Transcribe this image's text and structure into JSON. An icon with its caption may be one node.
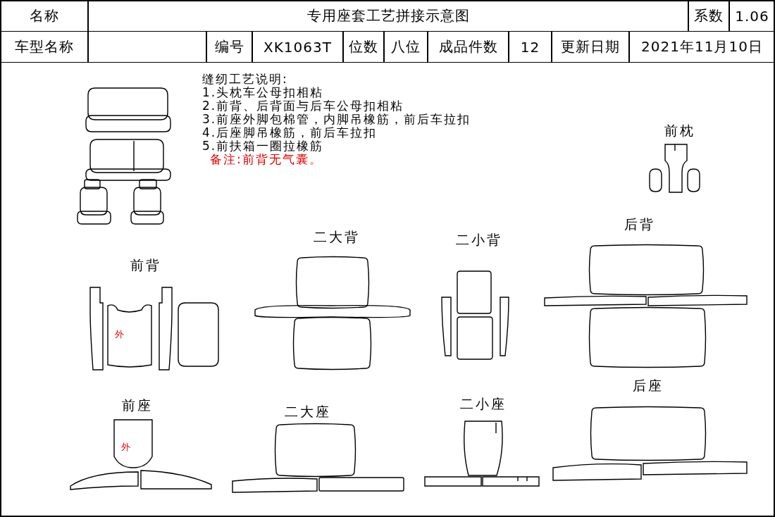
{
  "diagram": {
    "title": "专用座套工艺拼接示意图",
    "nodes": [
      {
        "text": [
          "外"
        ]
      },
      {
        "text": [
          "外"
        ]
      }
    ],
    "labels": [
      "名称",
      "系数",
      "1.06",
      "车型名称",
      "编号",
      "XK1063T",
      "位数",
      "八位",
      "成品件数",
      "12",
      "更新日期",
      "2021年11月10日",
      "缝纫工艺说明:",
      "1.头枕车公母扣相粘",
      "2.前背、后背面与后车公母扣相粘",
      "3.前座外脚包棉管，内脚吊橡筋，前后车拉扣",
      "4.后座脚吊橡筋，前后车拉扣",
      "5.前扶箱一圈拉橡筋",
      "备注:前背无气囊。",
      "前枕",
      "二大背",
      "二小背",
      "后背",
      "前背",
      "前座",
      "二大座",
      "二小座",
      "后座"
    ]
  }
}
